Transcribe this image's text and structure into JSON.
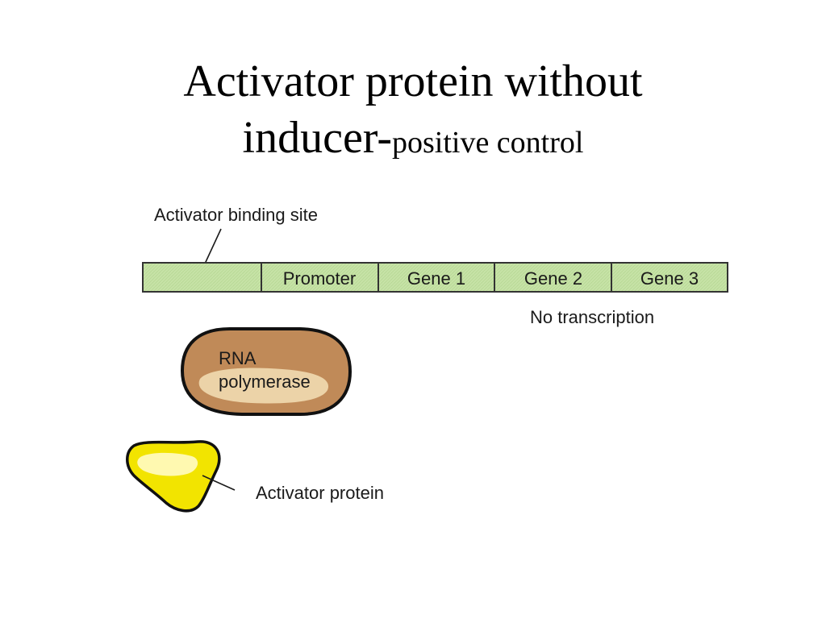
{
  "title": {
    "line1": "Activator protein without",
    "line2_main": "inducer-",
    "line2_small": "positive control"
  },
  "dna": {
    "segments": [
      "",
      "Promoter",
      "Gene 1",
      "Gene 2",
      "Gene 3"
    ],
    "fill_color": "#c6e2a6",
    "border_color": "#333333"
  },
  "labels": {
    "activator_binding_site": "Activator binding site",
    "no_transcription": "No transcription",
    "activator_protein": "Activator protein"
  },
  "rna_polymerase": {
    "label_line1": "RNA",
    "label_line2": "polymerase",
    "body_color": "#c08a58",
    "highlight_color": "#ecd3a8"
  },
  "activator": {
    "body_color": "#f2e400",
    "highlight_color": "#fff9b0"
  }
}
